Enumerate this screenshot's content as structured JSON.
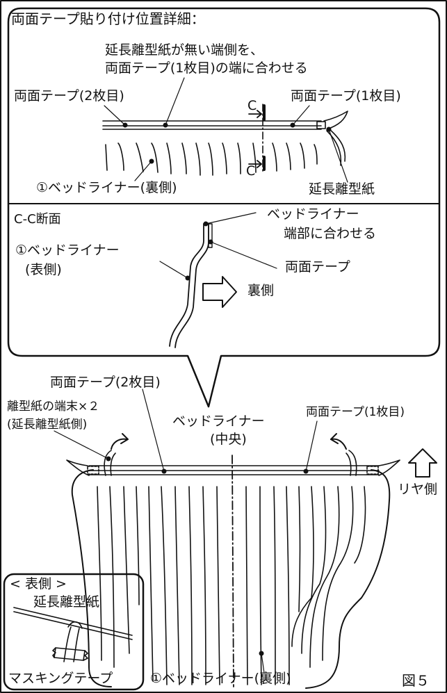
{
  "callout": {
    "title": "両面テープ貼り付け位置詳細：",
    "note_line1": "延長離型紙が無い端側を、",
    "note_line2": "両面テープ(1枚目)の端に合わせる",
    "tape2_label": "両面テープ(2枚目)",
    "tape1_label": "両面テープ(1枚目)",
    "section_mark_top": "C",
    "section_mark_bottom": "C",
    "bedliner_back_label": "①ベッドライナー(裏側)",
    "extension_release_label": "延長離型紙"
  },
  "section": {
    "title": "C-C断面",
    "align_line1": "ベッドライナー",
    "align_line2": "端部に合わせる",
    "front_line1": "①ベッドライナー",
    "front_line2": "(表側)",
    "tape_label": "両面テープ",
    "back_label": "裏側"
  },
  "main": {
    "tape2_label": "両面テープ(2枚目)",
    "release_ends_line1": "離型紙の端末×２",
    "release_ends_line2": "(延長離型紙側)",
    "center_line1": "ベッドライナー",
    "center_line2": "(中央)",
    "tape1_label": "両面テープ(1枚目)",
    "rear_label": "リヤ側",
    "bedliner_back_label": "①ベッドライナー(裏側)"
  },
  "inset": {
    "title": "< 表側 >",
    "release_label": "延長離型紙",
    "masking_label": "マスキングテープ"
  },
  "figure_label": "図５"
}
